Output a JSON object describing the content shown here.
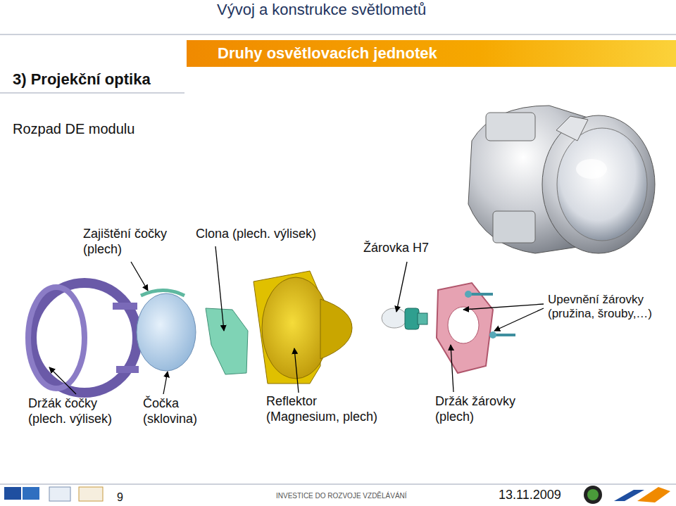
{
  "diagram": {
    "title": "Vývoj a konstrukce světlometů",
    "nodes": [
      {
        "text": [
          "Druhy osvětlovacích jednotek"
        ]
      }
    ],
    "labels": [
      "3) Projekční optika",
      "Rozpad DE modulu",
      "Zajištění čočky (plech)",
      "Clona (plech. výlisek)",
      "Žárovka H7",
      "Upevnění žárovky (pružina, šrouby,…)",
      "Držák čočky (plech. výlisek)",
      "Čočka (sklovina)",
      "Reflektor (Magnesium, plech)",
      "Držák žárovky (plech)",
      "9",
      "INVESTICE DO ROZVOJE VZDĚLÁVÁNÍ",
      "13.11.2009"
    ]
  }
}
